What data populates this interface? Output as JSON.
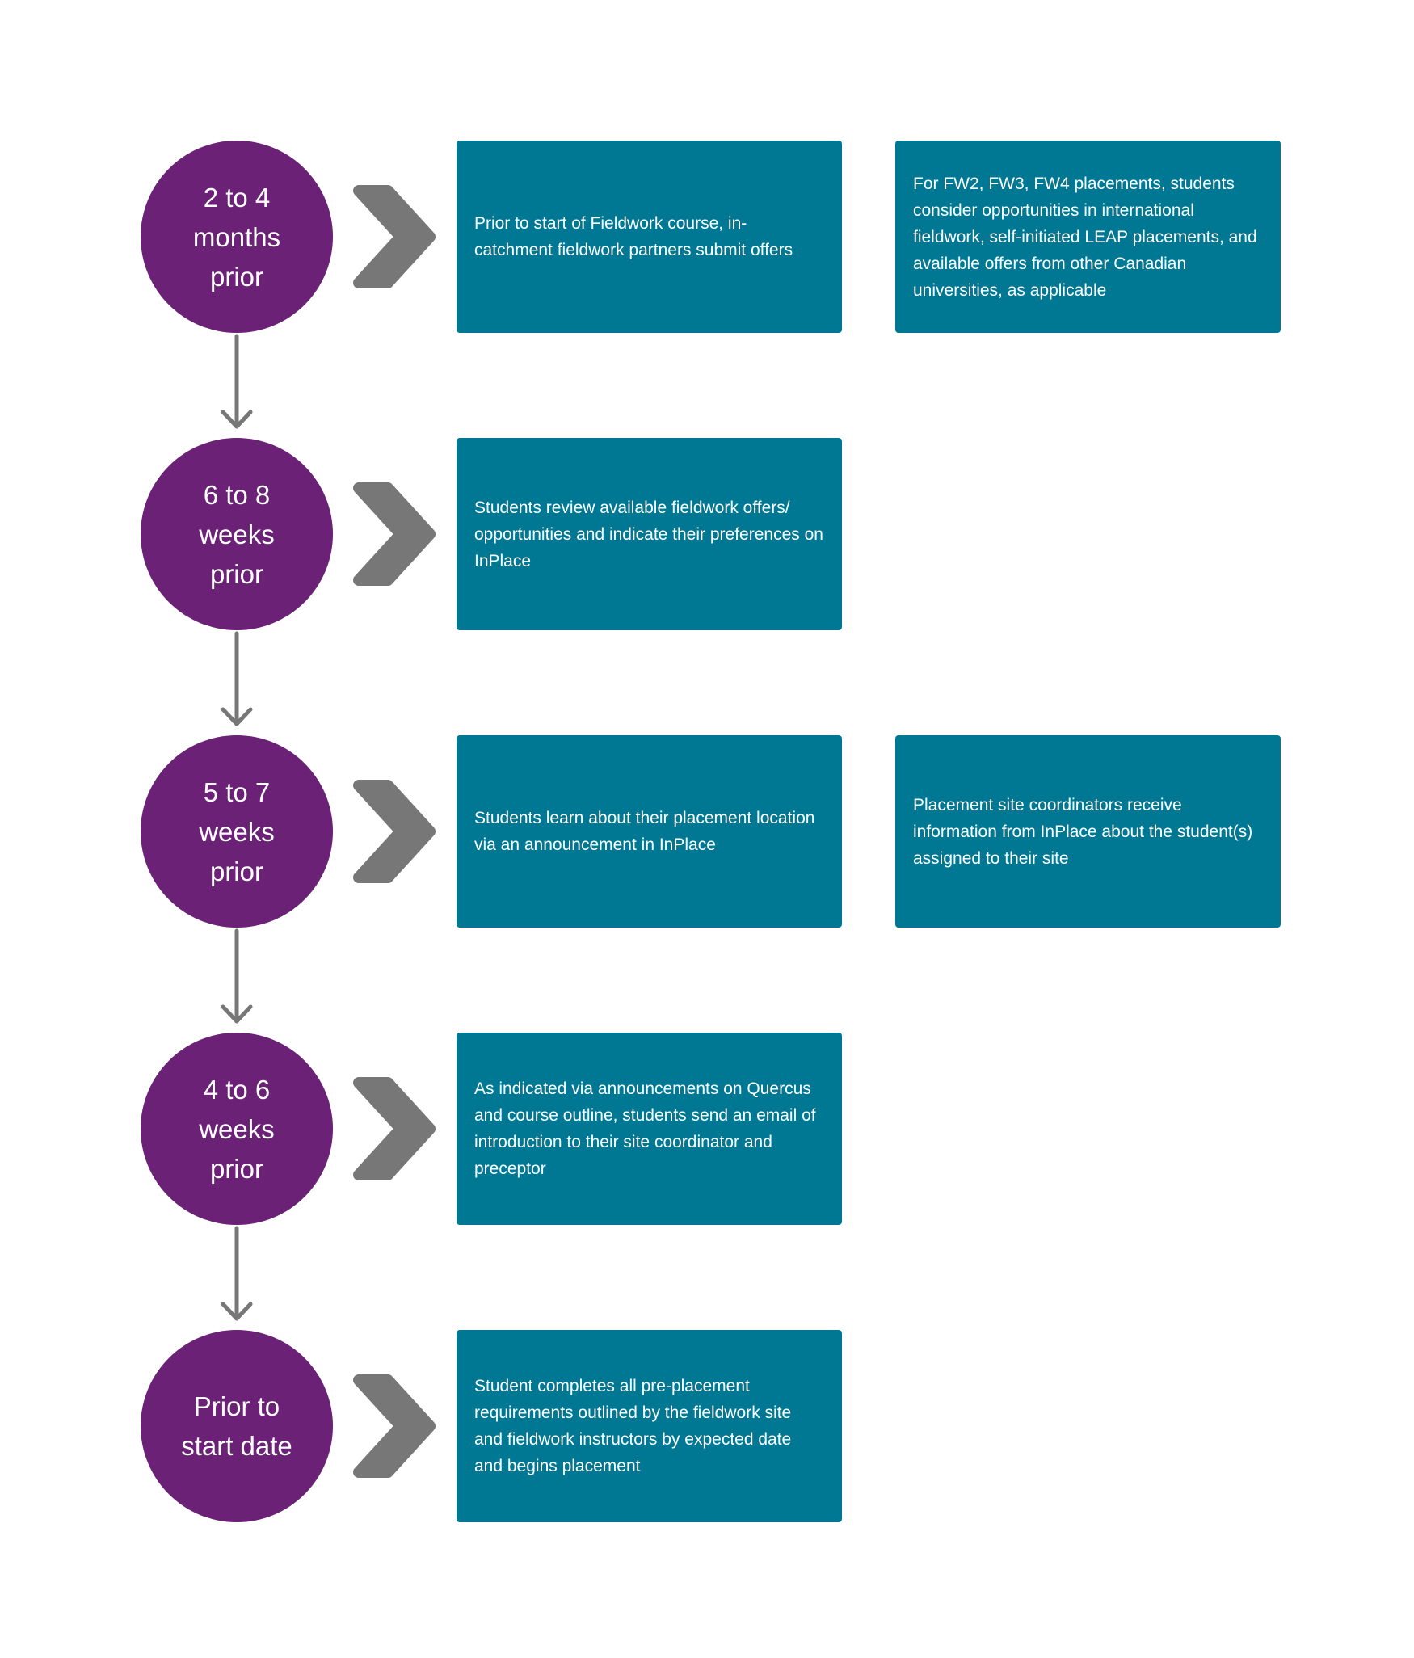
{
  "colors": {
    "circle": "#6a2176",
    "box": "#007893",
    "connector": "#777777",
    "text_light": "#ffffff"
  },
  "icons": {
    "step_chevron": "chevron-right-icon",
    "connector": "arrow-down-icon"
  },
  "steps": [
    {
      "timing": "2 to 4\nmonths\nprior",
      "primary": "Prior to start of Fieldwork course, in-catchment fieldwork partners submit offers",
      "secondary": "For FW2, FW3, FW4 placements, students consider opportunities in international fieldwork, self-initiated LEAP placements, and available offers from other Canadian universities, as applicable"
    },
    {
      "timing": "6 to 8\nweeks\nprior",
      "primary": "Students review available fieldwork offers/ opportunities and indicate their preferences on InPlace"
    },
    {
      "timing": "5 to 7\nweeks\nprior",
      "primary": "Students learn about their placement location via an announcement in InPlace",
      "secondary": "Placement site coordinators receive information from InPlace about the student(s) assigned to their site"
    },
    {
      "timing": "4 to 6\nweeks\nprior",
      "primary": "As indicated via announcements on Quercus and course outline, students send an email of introduction to their site coordinator and preceptor"
    },
    {
      "timing": "Prior to\nstart date",
      "primary": "Student completes all pre-placement requirements outlined by the fieldwork site and fieldwork instructors by expected date and begins placement"
    }
  ]
}
